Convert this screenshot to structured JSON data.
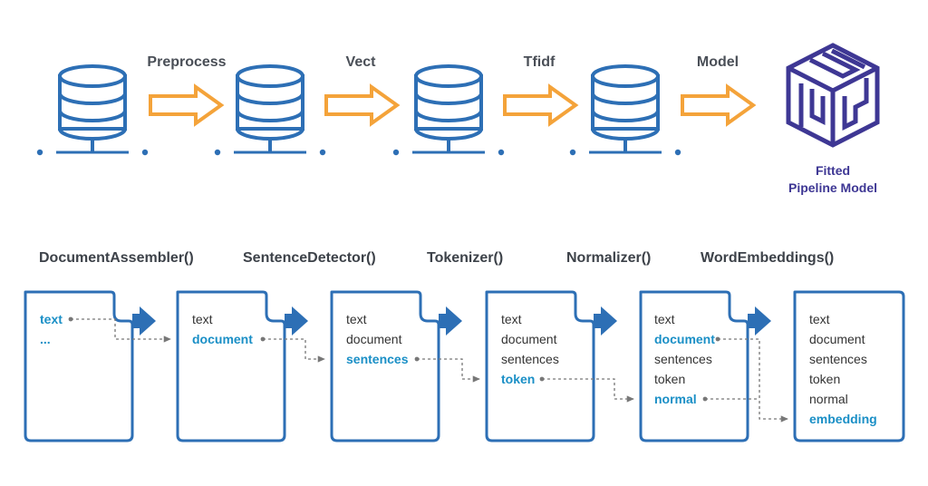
{
  "top_pipeline": {
    "steps": [
      "Preprocess",
      "Vect",
      "Tfidf",
      "Model"
    ],
    "result": {
      "line1": "Fitted",
      "line2": "Pipeline Model"
    }
  },
  "bottom_pipeline": {
    "stages": [
      {
        "name": "DocumentAssembler()",
        "fields": [
          "text",
          "..."
        ],
        "highlight": [
          0,
          1
        ]
      },
      {
        "name": "SentenceDetector()",
        "fields": [
          "text",
          "document"
        ],
        "highlight": [
          1
        ]
      },
      {
        "name": "Tokenizer()",
        "fields": [
          "text",
          "document",
          "sentences"
        ],
        "highlight": [
          2
        ]
      },
      {
        "name": "Normalizer()",
        "fields": [
          "text",
          "document",
          "sentences",
          "token"
        ],
        "highlight": [
          3
        ]
      },
      {
        "name": "WordEmbeddings()",
        "fields": [
          "text",
          "document",
          "sentences",
          "token",
          "normal"
        ],
        "highlight": [
          1,
          4
        ]
      },
      {
        "name": "",
        "fields": [
          "text",
          "document",
          "sentences",
          "token",
          "normal",
          "embedding"
        ],
        "highlight": [
          5
        ]
      }
    ]
  },
  "colors": {
    "blue": "#2d6fb5",
    "orange": "#f4a33a",
    "highlight": "#1a8fc6",
    "logo": "#3e3794",
    "connector": "#777777"
  }
}
